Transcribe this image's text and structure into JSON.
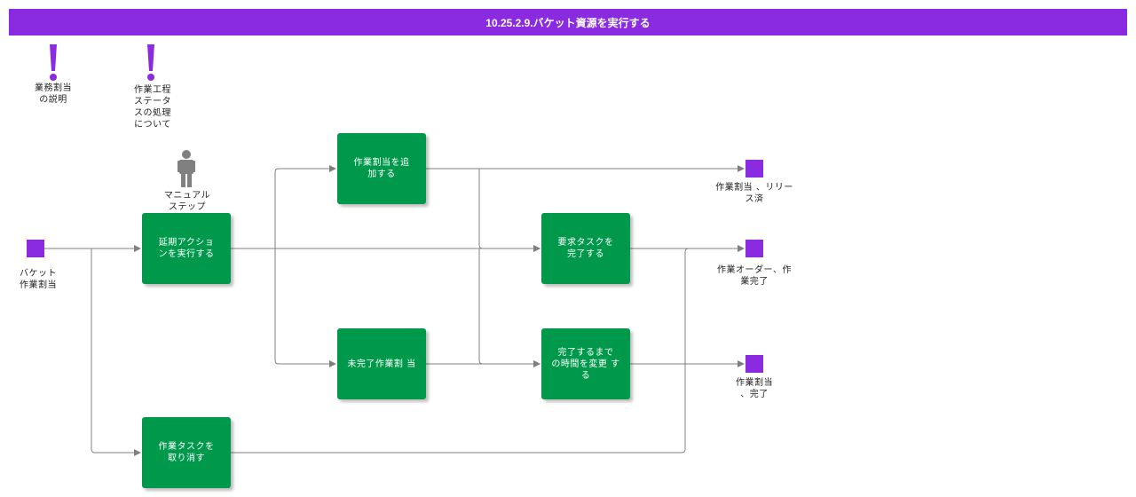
{
  "header": {
    "title": "10.25.2.9.バケット資源を実行する"
  },
  "notes": [
    {
      "label": "業務割当\nの説明"
    },
    {
      "label": "作業工程\nステータ\nスの処理\nについて"
    }
  ],
  "manual_step": {
    "label": "マニュアル\nステップ"
  },
  "start_event": {
    "label": "バケット\n作業割当"
  },
  "tasks": {
    "defer_action": "延期アクショ\nンを実行する",
    "add_assignment": "作業割当を追\n加する",
    "incomplete_assignment": "未完了作業割 当",
    "cancel_task": "作業タスクを\n取り消す",
    "complete_request": "要求タスクを\n完了する",
    "change_time": "完了するまで\nの時間を変更 する"
  },
  "end_events": {
    "released": "作業割当 、リリー\nス済",
    "order_complete": "作業オーダー、作\n業完了",
    "assignment_complete": "作業割当\n、完了"
  },
  "colors": {
    "header": "#8a2be2",
    "task": "#00994c",
    "event": "#8a2be2",
    "connector": "#808080",
    "person": "#808080"
  }
}
